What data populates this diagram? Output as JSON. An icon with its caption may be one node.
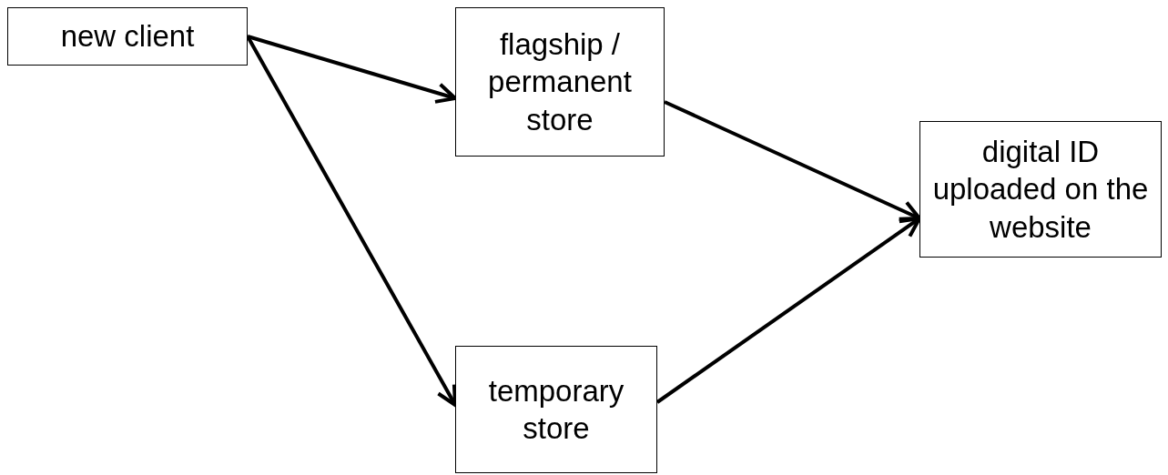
{
  "diagram": {
    "nodes": [
      {
        "text": [
          "new client"
        ]
      },
      {
        "text": [
          "flagship / permanent store"
        ]
      },
      {
        "text": [
          "digital ID uploaded on the website"
        ]
      },
      {
        "text": [
          "temporary store"
        ]
      }
    ],
    "edges": [
      {
        "from": 0,
        "to": 1,
        "arrow": "to"
      },
      {
        "from": 0,
        "to": 3,
        "arrow": "to"
      },
      {
        "from": 1,
        "to": 2,
        "arrow": "to"
      },
      {
        "from": 3,
        "to": 2,
        "arrow": "to"
      }
    ]
  }
}
